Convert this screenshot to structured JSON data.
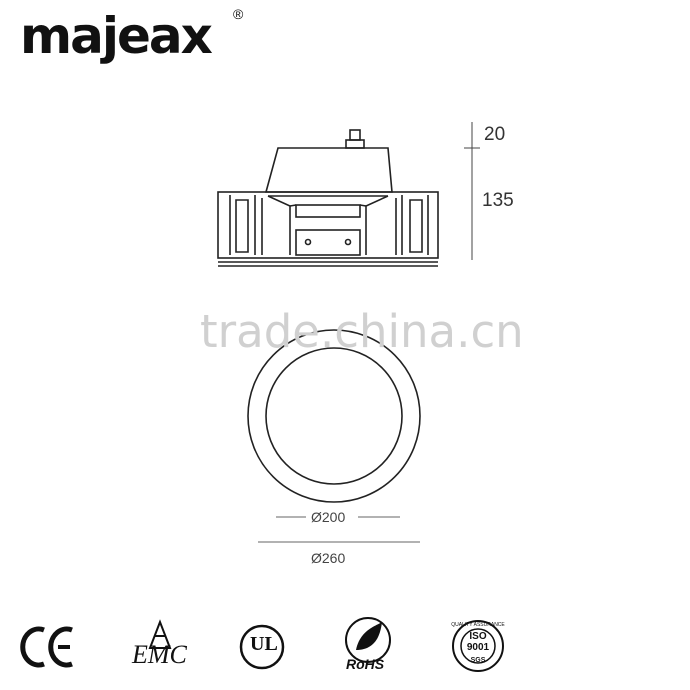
{
  "brand": {
    "name": "majeax",
    "registered_mark": "®"
  },
  "dimensions": {
    "top_height": "20",
    "body_height": "135",
    "inner_diameter": "Ø200",
    "outer_diameter": "Ø260"
  },
  "watermark": "trade.china.cn",
  "certifications": {
    "ce": "CE",
    "emc": "EMC",
    "ul": "UL",
    "rohs": "RoHS",
    "iso_top": "QUALITY ASSURANCE",
    "iso_mid": "ISO",
    "iso_num": "9001",
    "iso_bottom": "SGS"
  }
}
